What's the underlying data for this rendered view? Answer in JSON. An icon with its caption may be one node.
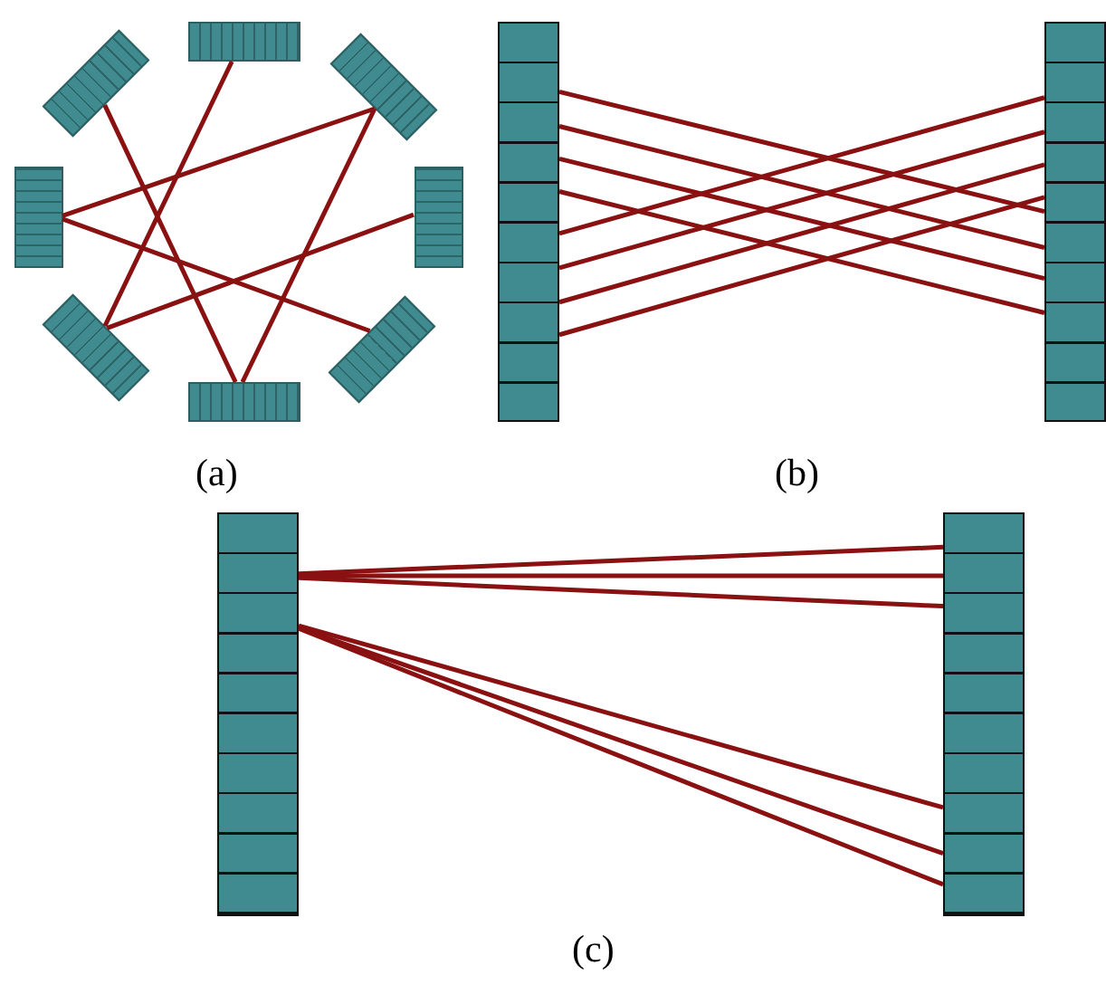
{
  "diagram": {
    "nodes": [
      {
        "text": [],
        "shape": "bar"
      },
      {
        "text": [],
        "shape": "bar"
      },
      {
        "text": [],
        "shape": "bar"
      },
      {
        "text": [],
        "shape": "bar"
      },
      {
        "text": [],
        "shape": "bar"
      },
      {
        "text": [],
        "shape": "bar"
      },
      {
        "text": [],
        "shape": "bar"
      },
      {
        "text": [],
        "shape": "bar"
      },
      {
        "text": [],
        "shape": "bar"
      },
      {
        "text": [],
        "shape": "bar"
      },
      {
        "text": [],
        "shape": "bar"
      },
      {
        "text": [],
        "shape": "bar"
      }
    ],
    "edges": [
      {
        "from": 1,
        "to": 7,
        "arrow": "none"
      },
      {
        "from": 0,
        "to": 5,
        "arrow": "none"
      },
      {
        "from": 2,
        "to": 3,
        "arrow": "none"
      },
      {
        "from": 2,
        "to": 7,
        "arrow": "none"
      },
      {
        "from": 3,
        "to": 6,
        "arrow": "none"
      },
      {
        "from": 4,
        "to": 5,
        "arrow": "none"
      },
      {
        "from": 8,
        "to": 9,
        "arrow": "none"
      },
      {
        "from": 8,
        "to": 9,
        "arrow": "none"
      },
      {
        "from": 8,
        "to": 9,
        "arrow": "none"
      },
      {
        "from": 8,
        "to": 9,
        "arrow": "none"
      },
      {
        "from": 8,
        "to": 9,
        "arrow": "none"
      },
      {
        "from": 8,
        "to": 9,
        "arrow": "none"
      },
      {
        "from": 8,
        "to": 9,
        "arrow": "none"
      },
      {
        "from": 8,
        "to": 9,
        "arrow": "none"
      },
      {
        "from": 10,
        "to": 11,
        "arrow": "none"
      },
      {
        "from": 10,
        "to": 11,
        "arrow": "none"
      },
      {
        "from": 10,
        "to": 11,
        "arrow": "none"
      },
      {
        "from": 10,
        "to": 11,
        "arrow": "none"
      },
      {
        "from": 10,
        "to": 11,
        "arrow": "none"
      },
      {
        "from": 10,
        "to": 11,
        "arrow": "none"
      }
    ],
    "labels": [
      "(a)",
      "(b)",
      "(c)"
    ]
  }
}
